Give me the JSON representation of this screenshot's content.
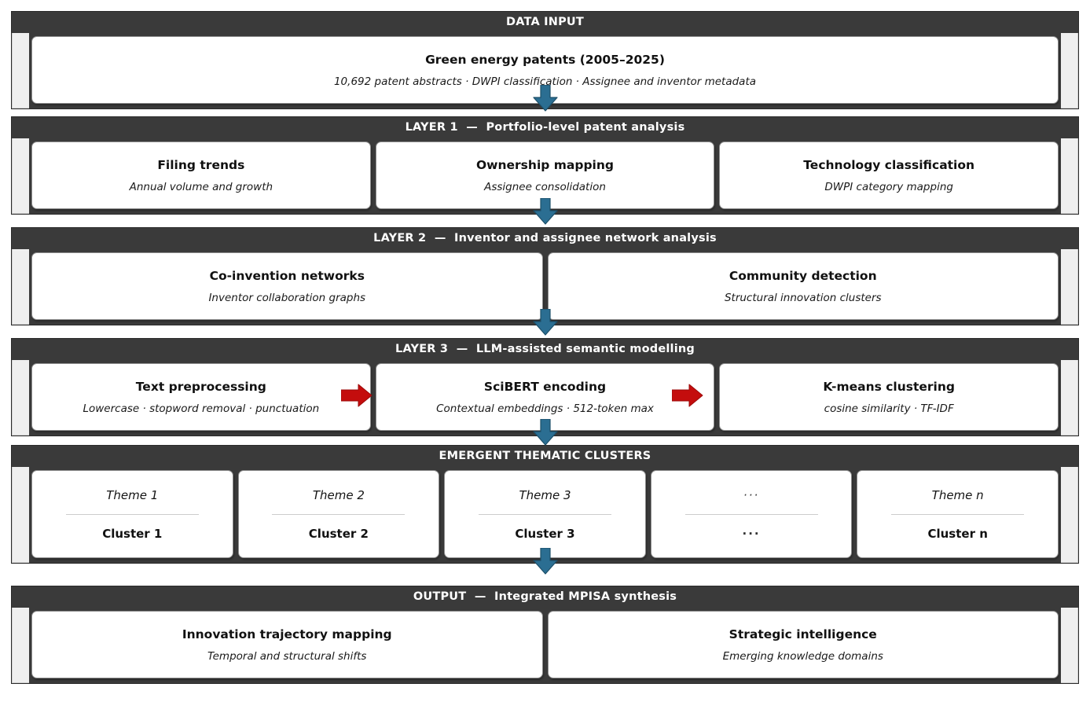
{
  "meta": {
    "accent_blue": "#2b6e92",
    "accent_red": "#c40d0d",
    "header_bg": "#3a3a3a",
    "card_bg": "#ffffff"
  },
  "bands": [
    {
      "id": "data-input",
      "title": "DATA INPUT",
      "cards": [
        {
          "heading": "Green energy patents (2005–2025)",
          "sub": "10,692 patent abstracts  ·  DWPI classification  ·  Assignee and inventor metadata"
        }
      ]
    },
    {
      "id": "layer-1",
      "title": "LAYER 1  —  Portfolio-level patent analysis",
      "cards": [
        {
          "heading": "Filing trends",
          "sub": "Annual volume and growth"
        },
        {
          "heading": "Ownership mapping",
          "sub": "Assignee consolidation"
        },
        {
          "heading": "Technology classification",
          "sub": "DWPI category mapping"
        }
      ]
    },
    {
      "id": "layer-2",
      "title": "LAYER 2  —  Inventor and assignee network analysis",
      "cards": [
        {
          "heading": "Co-invention networks",
          "sub": "Inventor collaboration graphs"
        },
        {
          "heading": "Community detection",
          "sub": "Structural innovation clusters"
        }
      ]
    },
    {
      "id": "layer-3",
      "title": "LAYER 3  —  LLM-assisted semantic modelling",
      "cards": [
        {
          "heading": "Text preprocessing",
          "sub": "Lowercase · stopword removal · punctuation"
        },
        {
          "heading": "SciBERT encoding",
          "sub": "Contextual embeddings · 512-token max"
        },
        {
          "heading": "K-means clustering",
          "sub": "cosine similarity · TF-IDF"
        }
      ]
    },
    {
      "id": "clusters",
      "title": "EMERGENT THEMATIC CLUSTERS",
      "cards": [
        {
          "theme": "Theme 1",
          "cluster": "Cluster 1"
        },
        {
          "theme": "Theme 2",
          "cluster": "Cluster 2"
        },
        {
          "theme": "Theme 3",
          "cluster": "Cluster 3"
        },
        {
          "theme": "···",
          "cluster": "···"
        },
        {
          "theme": "Theme n",
          "cluster": "Cluster n"
        }
      ]
    },
    {
      "id": "output",
      "title": "OUTPUT  —  Integrated MPISA synthesis",
      "cards": [
        {
          "heading": "Innovation trajectory mapping",
          "sub": "Temporal and structural shifts"
        },
        {
          "heading": "Strategic intelligence",
          "sub": "Emerging knowledge domains"
        }
      ]
    }
  ],
  "flow_arrows": {
    "down_count": 5,
    "right_count": 2,
    "down_color": "#2b6e92",
    "right_color": "#c40d0d"
  }
}
